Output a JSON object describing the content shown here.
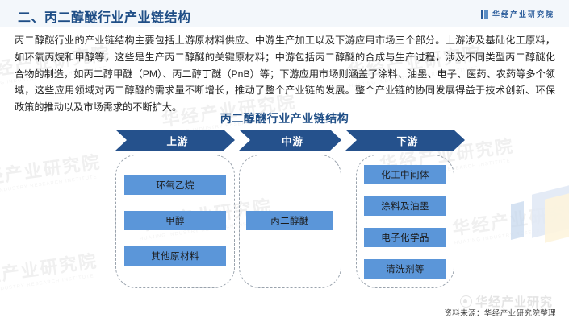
{
  "header": {
    "title": "二、丙二醇醚行业产业链结构",
    "brand_name": "华经产业研究院",
    "brand_icon": "book-mark-icon"
  },
  "body": {
    "paragraph": "丙二醇醚行业的产业链结构主要包括上游原材料供应、中游生产加工以及下游应用市场三个部分。上游涉及基础化工原料，如环氧丙烷和甲醇等，这些是生产丙二醇醚的关键原材料；中游包括丙二醇醚的合成与生产过程，涉及不同类型丙二醇醚化合物的制造，如丙二醇甲醚（PM）、丙二醇丁醚（PnB）等；下游应用市场则涵盖了涂料、油墨、电子、医药、农药等多个领域，这些应用领域对丙二醇醚的需求量不断增长，推动了整个产业链的发展。整个产业链的协同发展得益于技术创新、环保政策的推动以及市场需求的不断扩大。"
  },
  "chart_data": {
    "type": "diagram",
    "title": "丙二醇醚行业产业链结构",
    "stages": [
      {
        "label": "上游",
        "items": [
          "环氧乙烷",
          "甲醇",
          "其他原材料"
        ]
      },
      {
        "label": "中游",
        "items": [
          "丙二醇醚"
        ]
      },
      {
        "label": "下游",
        "items": [
          "化工中间体",
          "涂料及油墨",
          "电子化学品",
          "清洗剂等"
        ]
      }
    ],
    "colors": {
      "stage_arrow": "#25518c",
      "item_box": "#5b96d9",
      "panel_border": "#9aa3ad",
      "title": "#1f4e86"
    }
  },
  "footer": {
    "source": "资料来源：华经产业研究院整理",
    "watermark_text": "华经产业研究",
    "watermark_icon": "weibo-eye-icon"
  },
  "watermarks": {
    "text": "华经产业研究院",
    "subtext": "HUAJING INDUSTRY RESEARCH INSTITUTE"
  }
}
